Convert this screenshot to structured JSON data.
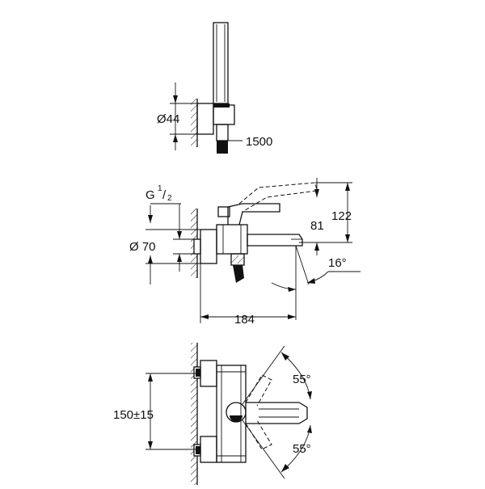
{
  "colors": {
    "line": "#111111",
    "background": "#ffffff"
  },
  "top_view": {
    "diameter_label": "Ø44",
    "hose_length_label": "1500"
  },
  "side_view": {
    "thread_label_g": "G",
    "thread_num": "1",
    "thread_slash": "/",
    "thread_den": "2",
    "diameter_label": "Ø 70",
    "height_122_label": "122",
    "height_81_label": "81",
    "spout_angle_label": "16°",
    "projection_label": "184"
  },
  "front_view": {
    "center_distance_label": "150±15",
    "lever_angle_up_label": "55°",
    "lever_angle_down_label": "55°"
  }
}
